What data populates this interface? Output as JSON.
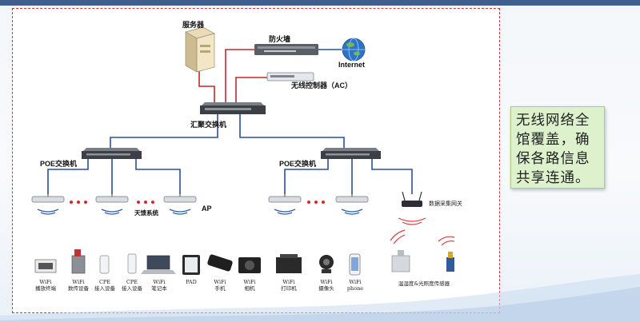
{
  "diagram": {
    "nodes": {
      "server": "服务器",
      "firewall": "防火墙",
      "internet": "Internet",
      "ac": "无线控制器（AC）",
      "core_switch": "汇聚交换机",
      "poe_left": "POE交换机",
      "poe_right": "POE交换机",
      "ap": "AP",
      "antenna": "天馈系统",
      "gateway": "数据采集网关"
    },
    "devices": [
      {
        "label": "WiFi\n播放终端",
        "icon": "media-player-icon"
      },
      {
        "label": "WiFi\n数传设备",
        "icon": "data-transfer-icon"
      },
      {
        "label": "CPE\n接入设备",
        "icon": "cpe-icon"
      },
      {
        "label": "CPE\n接入设备",
        "icon": "cpe-icon"
      },
      {
        "label": "WiFi\n笔记本",
        "icon": "laptop-icon"
      },
      {
        "label": "PAD",
        "icon": "tablet-icon"
      },
      {
        "label": "WiFi\n手机",
        "icon": "phone-icon"
      },
      {
        "label": "WiFi\n相机",
        "icon": "camera-icon"
      },
      {
        "label": "WiFi\n打印机",
        "icon": "printer-icon"
      },
      {
        "label": "WiFi\n摄像头",
        "icon": "webcam-icon"
      },
      {
        "label": "WiFi\nphone",
        "icon": "iphone-icon"
      }
    ],
    "sensors_label": "温湿度&光照度传感器"
  },
  "note": {
    "text": "无线网络全馆覆盖，确保各路信息共享连通。"
  },
  "colors": {
    "red_link": "#c0282e",
    "blue_link": "#2c4f9e",
    "dash_border": "#d8323a",
    "note_bg": "#dcf1cc"
  }
}
